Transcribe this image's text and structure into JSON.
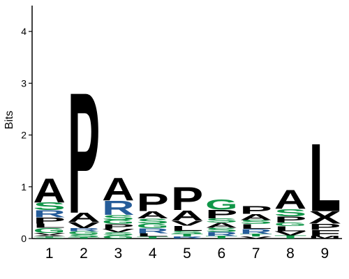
{
  "chart_data": {
    "type": "sequence-logo",
    "ylabel": "Bits",
    "y_ticks": [
      "0",
      "1",
      "2",
      "3",
      "4"
    ],
    "x_ticks": [
      "1",
      "2",
      "3",
      "4",
      "5",
      "6",
      "7",
      "8",
      "9"
    ],
    "ylim": [
      0,
      4.5
    ],
    "grid": false,
    "residue_colors": {
      "A": "#000000",
      "P": "#000000",
      "L": "#000000",
      "V": "#000000",
      "I": "#000000",
      "M": "#000000",
      "F": "#000000",
      "W": "#000000",
      "X": "#000000",
      "Y": "#000000",
      "G": "#109648",
      "S": "#109648",
      "T": "#109648",
      "C": "#109648",
      "R": "#255c99",
      "K": "#255c99",
      "H": "#255c99",
      "D": "#d62839",
      "E": "#d62839",
      "N": "#8e3ca3",
      "Q": "#8e3ca3"
    },
    "positions": [
      {
        "position": "1",
        "letters": [
          {
            "letter": "S",
            "bits": 0.02
          },
          {
            "letter": "T",
            "bits": 0.02
          },
          {
            "letter": "X",
            "bits": 0.03
          },
          {
            "letter": "V",
            "bits": 0.04
          },
          {
            "letter": "G",
            "bits": 0.1
          },
          {
            "letter": "L",
            "bits": 0.08
          },
          {
            "letter": "P",
            "bits": 0.12
          },
          {
            "letter": "R",
            "bits": 0.14
          },
          {
            "letter": "S",
            "bits": 0.15
          },
          {
            "letter": "A",
            "bits": 0.48
          }
        ]
      },
      {
        "position": "2",
        "letters": [
          {
            "letter": "T",
            "bits": 0.03
          },
          {
            "letter": "S",
            "bits": 0.05
          },
          {
            "letter": "G",
            "bits": 0.06
          },
          {
            "letter": "R",
            "bits": 0.06
          },
          {
            "letter": "V",
            "bits": 0.12
          },
          {
            "letter": "A",
            "bits": 0.18
          },
          {
            "letter": "P",
            "bits": 2.4
          }
        ]
      },
      {
        "position": "3",
        "letters": [
          {
            "letter": "G",
            "bits": 0.06
          },
          {
            "letter": "S",
            "bits": 0.06
          },
          {
            "letter": "V",
            "bits": 0.07
          },
          {
            "letter": "P",
            "bits": 0.09
          },
          {
            "letter": "G",
            "bits": 0.08
          },
          {
            "letter": "S",
            "bits": 0.1
          },
          {
            "letter": "R",
            "bits": 0.28
          },
          {
            "letter": "A",
            "bits": 0.45
          }
        ]
      },
      {
        "position": "4",
        "letters": [
          {
            "letter": "T",
            "bits": 0.04
          },
          {
            "letter": "L",
            "bits": 0.06
          },
          {
            "letter": "R",
            "bits": 0.1
          },
          {
            "letter": "G",
            "bits": 0.09
          },
          {
            "letter": "S",
            "bits": 0.1
          },
          {
            "letter": "A",
            "bits": 0.14
          },
          {
            "letter": "P",
            "bits": 0.35
          }
        ]
      },
      {
        "position": "5",
        "letters": [
          {
            "letter": "R",
            "bits": 0.04
          },
          {
            "letter": "T",
            "bits": 0.05
          },
          {
            "letter": "S",
            "bits": 0.06
          },
          {
            "letter": "L",
            "bits": 0.1
          },
          {
            "letter": "V",
            "bits": 0.1
          },
          {
            "letter": "A",
            "bits": 0.2
          },
          {
            "letter": "P",
            "bits": 0.46
          }
        ]
      },
      {
        "position": "6",
        "letters": [
          {
            "letter": "T",
            "bits": 0.05
          },
          {
            "letter": "R",
            "bits": 0.08
          },
          {
            "letter": "S",
            "bits": 0.08
          },
          {
            "letter": "A",
            "bits": 0.1
          },
          {
            "letter": "S",
            "bits": 0.08
          },
          {
            "letter": "P",
            "bits": 0.17
          },
          {
            "letter": "G",
            "bits": 0.21
          }
        ]
      },
      {
        "position": "7",
        "letters": [
          {
            "letter": "V",
            "bits": 0.04
          },
          {
            "letter": "T",
            "bits": 0.05
          },
          {
            "letter": "R",
            "bits": 0.1
          },
          {
            "letter": "L",
            "bits": 0.09
          },
          {
            "letter": "S",
            "bits": 0.08
          },
          {
            "letter": "A",
            "bits": 0.12
          },
          {
            "letter": "P",
            "bits": 0.15
          }
        ]
      },
      {
        "position": "8",
        "letters": [
          {
            "letter": "T",
            "bits": 0.06
          },
          {
            "letter": "V",
            "bits": 0.08
          },
          {
            "letter": "L",
            "bits": 0.1
          },
          {
            "letter": "G",
            "bits": 0.07
          },
          {
            "letter": "P",
            "bits": 0.12
          },
          {
            "letter": "S",
            "bits": 0.14
          },
          {
            "letter": "A",
            "bits": 0.38
          }
        ]
      },
      {
        "position": "9",
        "letters": [
          {
            "letter": "M",
            "bits": 0.05
          },
          {
            "letter": "F",
            "bits": 0.12
          },
          {
            "letter": "P",
            "bits": 0.12
          },
          {
            "letter": "X",
            "bits": 0.24
          },
          {
            "letter": "L",
            "bits": 1.35
          }
        ]
      }
    ]
  }
}
